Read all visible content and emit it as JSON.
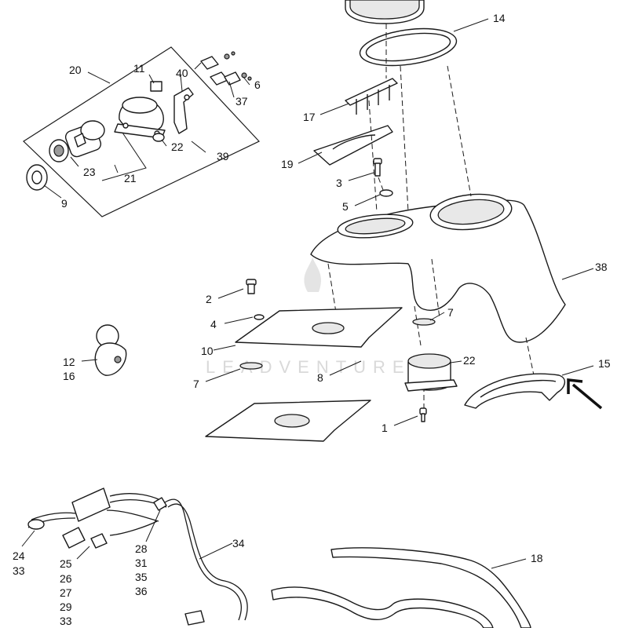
{
  "callouts": {
    "n1": "1",
    "n2": "2",
    "n3": "3",
    "n4": "4",
    "n5": "5",
    "n6": "6",
    "n7a": "7",
    "n7b": "7",
    "n8": "8",
    "n9": "9",
    "n10": "10",
    "n11": "11",
    "n12": "12",
    "n14": "14",
    "n15": "15",
    "n16": "16",
    "n17": "17",
    "n18": "18",
    "n19": "19",
    "n20": "20",
    "n21": "21",
    "n22a": "22",
    "n22b": "22",
    "n23": "23",
    "n24": "24",
    "n25": "25",
    "n26": "26",
    "n27": "27",
    "n28": "28",
    "n29": "29",
    "n31": "31",
    "n33a": "33",
    "n33b": "33",
    "n34": "34",
    "n35": "35",
    "n36": "36",
    "n37": "37",
    "n38": "38",
    "n39": "39",
    "n40": "40"
  },
  "watermark": "LEADVENTURE",
  "highlight_arrow": {
    "points_to": "15",
    "icon": "arrow-icon"
  }
}
